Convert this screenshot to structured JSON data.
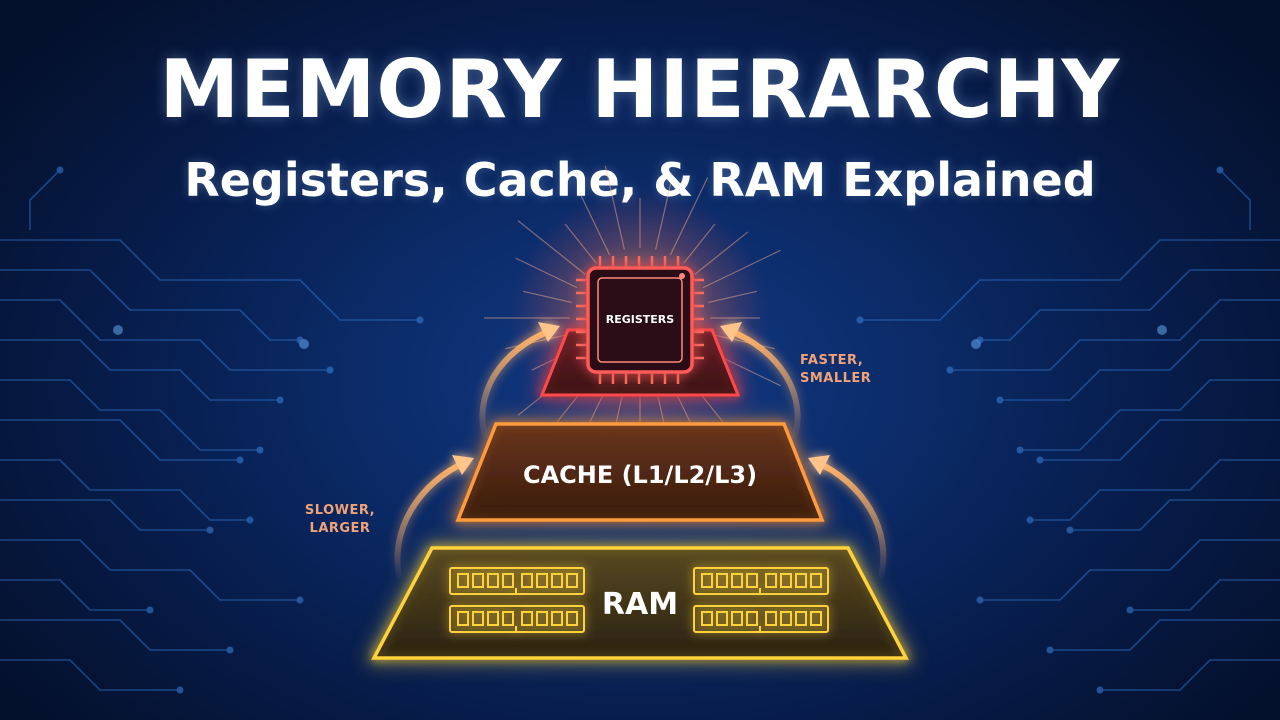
{
  "title": "MEMORY HIERARCHY",
  "subtitle": "Registers, Cache, & RAM Explained",
  "tiers": {
    "registers": {
      "label": "REGISTERS",
      "color": "#ff4a4a"
    },
    "cache": {
      "label": "CACHE (L1/L2/L3)",
      "color": "#ff9a3c"
    },
    "ram": {
      "label": "RAM",
      "color": "#ffd23a"
    }
  },
  "notes": {
    "faster": [
      "FASTER,",
      "SMALLER"
    ],
    "slower": [
      "SLOWER,",
      "LARGER"
    ]
  },
  "icons": {
    "chip": "cpu-chip-icon",
    "ram_module": "ram-module-icon",
    "arrow": "curved-arrow-icon"
  },
  "colors": {
    "background": "#0b2a66",
    "circuit": "#2f6fc4",
    "arrow": "#ffb36a"
  }
}
